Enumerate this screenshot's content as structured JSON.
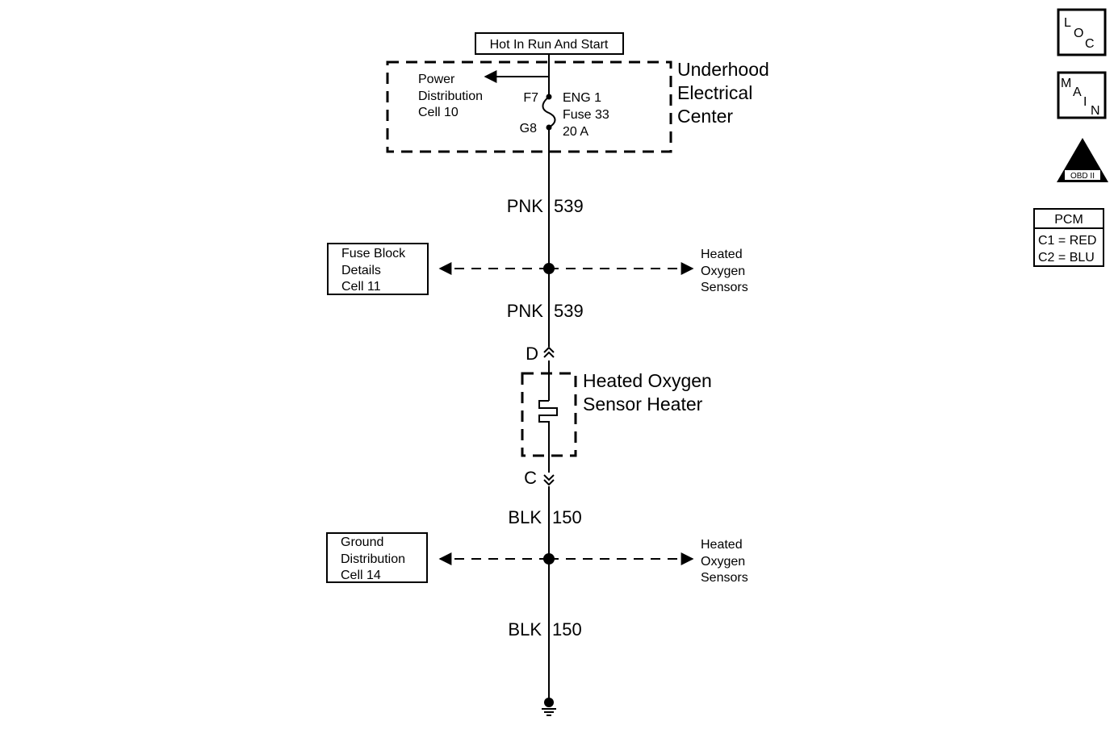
{
  "power_source": {
    "label": "Hot In Run And Start"
  },
  "underhood": {
    "title_lines": [
      "Underhood",
      "Electrical",
      "Center"
    ],
    "power_dist_lines": [
      "Power",
      "Distribution",
      "Cell 10"
    ],
    "fuse_top_pin": "F7",
    "fuse_bottom_pin": "G8",
    "fuse_lines": [
      "ENG 1",
      "Fuse 33",
      "20 A"
    ]
  },
  "wires": {
    "upper_1": {
      "color": "PNK",
      "circuit": "539"
    },
    "upper_2": {
      "color": "PNK",
      "circuit": "539"
    },
    "lower_1": {
      "color": "BLK",
      "circuit": "150"
    },
    "lower_2": {
      "color": "BLK",
      "circuit": "150"
    }
  },
  "splice_top": {
    "left_box_lines": [
      "Fuse Block",
      "Details",
      "Cell 11"
    ],
    "right_lines": [
      "Heated",
      "Oxygen",
      "Sensors"
    ]
  },
  "splice_bottom": {
    "left_box_lines": [
      "Ground",
      "Distribution",
      "Cell 14"
    ],
    "right_lines": [
      "Heated",
      "Oxygen",
      "Sensors"
    ]
  },
  "sensor": {
    "connector_top": "D",
    "connector_bottom": "C",
    "title_lines": [
      "Heated Oxygen",
      "Sensor Heater"
    ]
  },
  "side_icons": {
    "loc": [
      "L",
      "O",
      "C"
    ],
    "main": [
      "M",
      "A",
      "I",
      "N"
    ],
    "obd": {
      "numeral": "II",
      "label": "OBD II"
    },
    "pcm": {
      "title": "PCM",
      "rows": [
        "C1 = RED",
        "C2 = BLU"
      ]
    }
  }
}
